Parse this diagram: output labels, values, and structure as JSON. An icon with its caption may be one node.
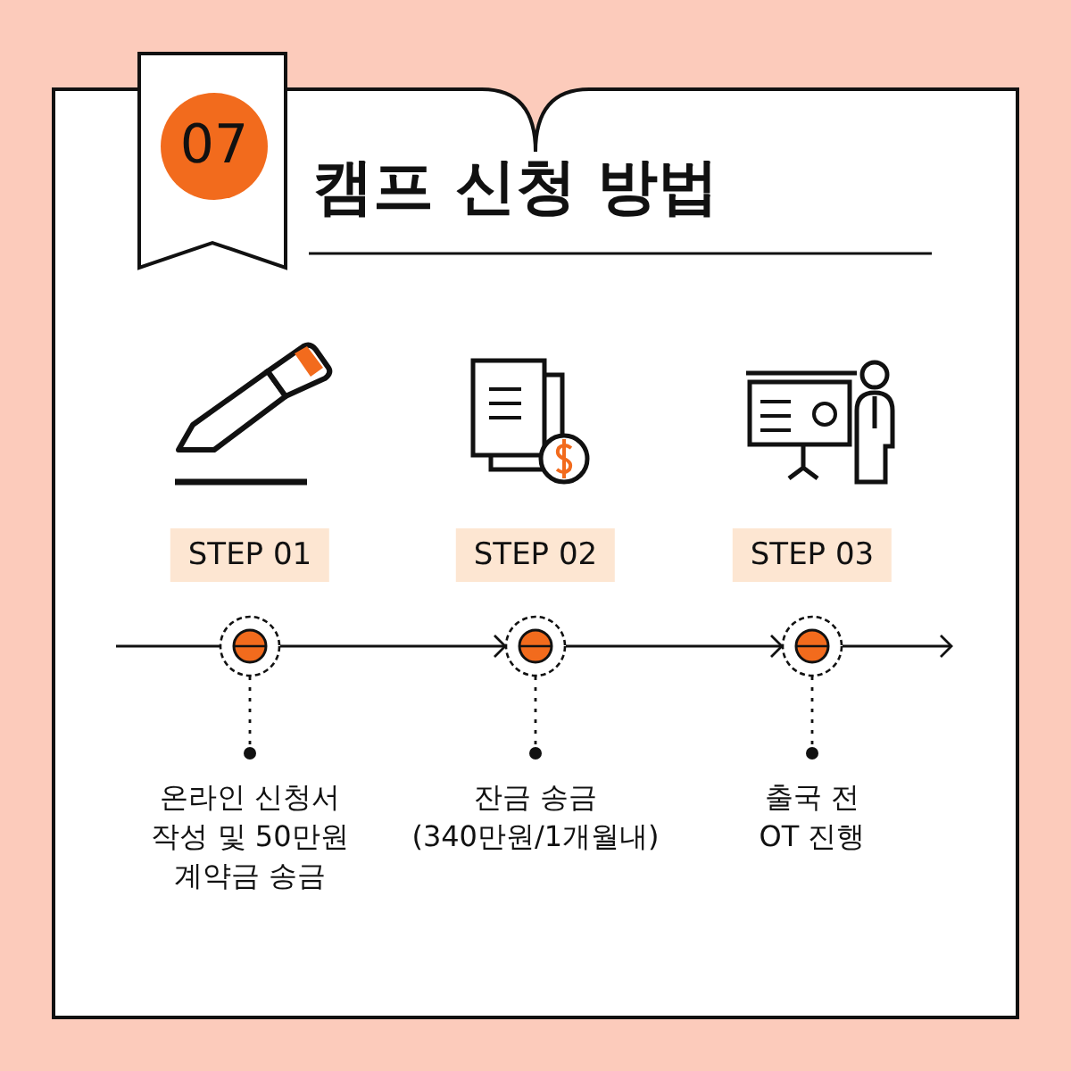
{
  "diagram": {
    "title": "캠프 신청 방법",
    "nodes": [
      {
        "text": [
          "07"
        ]
      },
      {
        "text": [
          "STEP 01"
        ]
      },
      {
        "text": [
          "STEP 02"
        ]
      },
      {
        "text": [
          "STEP 03"
        ]
      },
      {
        "text": [],
        "shape": "circle"
      },
      {
        "text": [],
        "shape": "circle"
      },
      {
        "text": [],
        "shape": "circle"
      },
      {
        "text": [
          "온라인 신청서 작성 및 50만원 계약금 송금"
        ]
      },
      {
        "text": [
          "잔금 송금 (340만원/1개월내)"
        ]
      },
      {
        "text": [
          "출국 전 OT 진행"
        ]
      }
    ],
    "edges": [
      {
        "from": null,
        "to": 4,
        "arrow": "none"
      },
      {
        "from": 4,
        "to": 5,
        "arrow": "to"
      },
      {
        "from": 5,
        "to": 6,
        "arrow": "to"
      },
      {
        "from": 6,
        "to": null,
        "arrow": "to"
      },
      {
        "from": 4,
        "to": 7,
        "arrow": "other",
        "style": "dashed"
      },
      {
        "from": 5,
        "to": 8,
        "arrow": "other",
        "style": "dashed"
      },
      {
        "from": 6,
        "to": 9,
        "arrow": "other",
        "style": "dashed"
      }
    ]
  }
}
